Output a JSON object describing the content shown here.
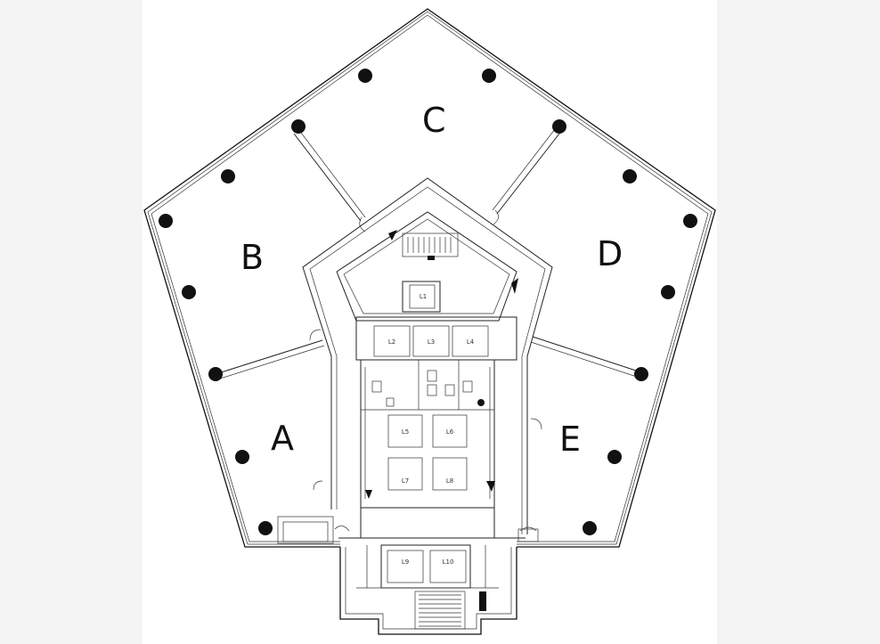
{
  "plan": {
    "zones": [
      "A",
      "B",
      "C",
      "D",
      "E"
    ],
    "lifts": [
      "L1",
      "L2",
      "L3",
      "L4",
      "L5",
      "L6",
      "L7",
      "L8",
      "L9",
      "L10"
    ]
  },
  "colors": {
    "background": "#f4f4f4",
    "sheet": "#ffffff",
    "lines": "#222222",
    "columns": "#111111"
  }
}
